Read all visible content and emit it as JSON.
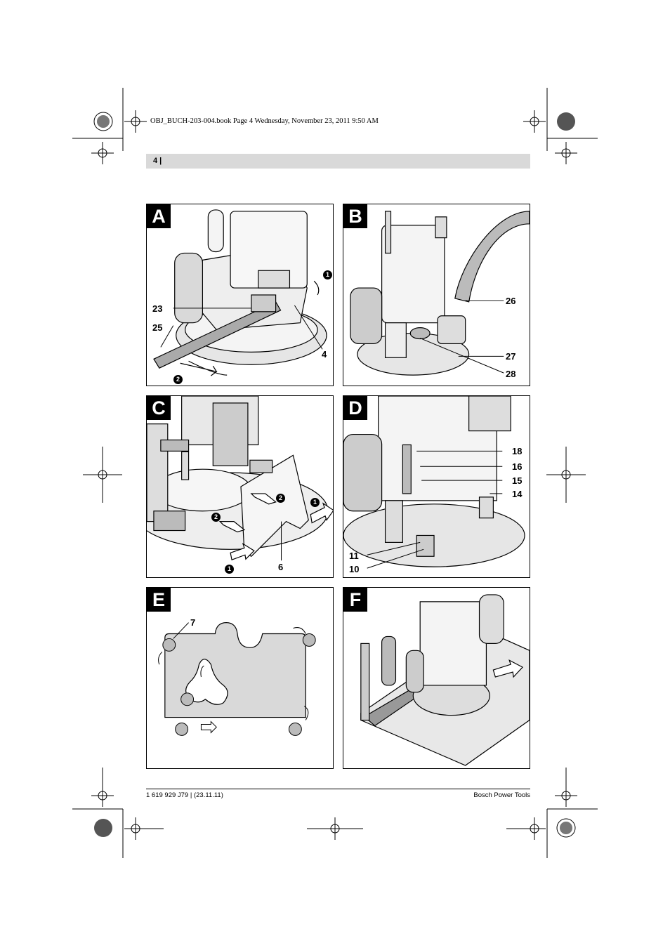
{
  "print_header": "OBJ_BUCH-203-004.book  Page 4  Wednesday, November 23, 2011  9:50 AM",
  "page_number": "4 |",
  "panels": {
    "a": {
      "label": "A",
      "callouts": [
        "23",
        "25",
        "4"
      ],
      "steps": [
        "1",
        "2"
      ]
    },
    "b": {
      "label": "B",
      "callouts": [
        "26",
        "27",
        "28"
      ]
    },
    "c": {
      "label": "C",
      "callouts": [
        "6"
      ],
      "steps": [
        "1",
        "2",
        "2",
        "1"
      ]
    },
    "d": {
      "label": "D",
      "callouts": [
        "18",
        "16",
        "15",
        "14",
        "11",
        "10"
      ]
    },
    "e": {
      "label": "E",
      "callouts": [
        "7"
      ]
    },
    "f": {
      "label": "F"
    }
  },
  "footer": {
    "left": "1 619 929 J79 | (23.11.11)",
    "right": "Bosch Power Tools"
  }
}
